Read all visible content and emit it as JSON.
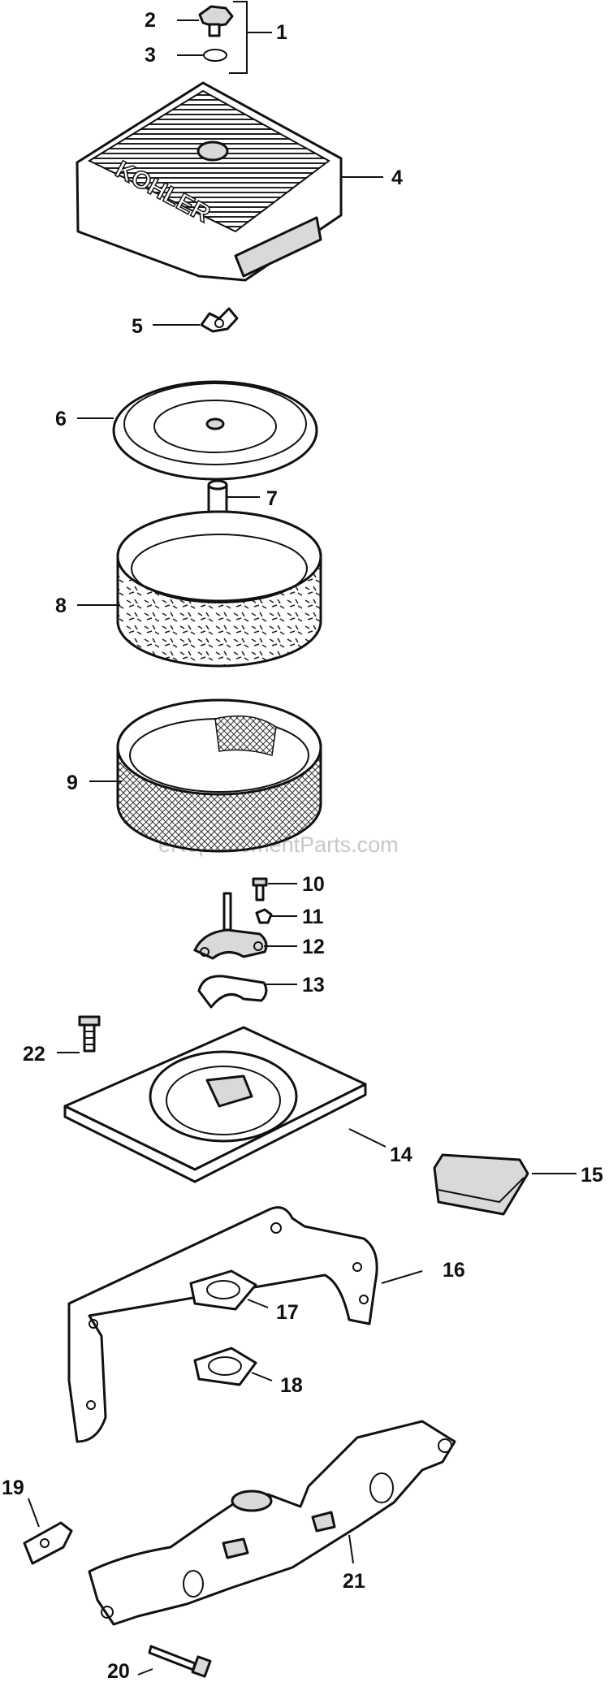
{
  "watermark": "eReplacementParts.com",
  "brand_on_cover": "KOHLER",
  "callouts": [
    {
      "id": "1",
      "text": "1"
    },
    {
      "id": "2",
      "text": "2"
    },
    {
      "id": "3",
      "text": "3"
    },
    {
      "id": "4",
      "text": "4"
    },
    {
      "id": "5",
      "text": "5"
    },
    {
      "id": "6",
      "text": "6"
    },
    {
      "id": "7",
      "text": "7"
    },
    {
      "id": "8",
      "text": "8"
    },
    {
      "id": "9",
      "text": "9"
    },
    {
      "id": "10",
      "text": "10"
    },
    {
      "id": "11",
      "text": "11"
    },
    {
      "id": "12",
      "text": "12"
    },
    {
      "id": "13",
      "text": "13"
    },
    {
      "id": "14",
      "text": "14"
    },
    {
      "id": "15",
      "text": "15"
    },
    {
      "id": "16",
      "text": "16"
    },
    {
      "id": "17",
      "text": "17"
    },
    {
      "id": "18",
      "text": "18"
    },
    {
      "id": "19",
      "text": "19"
    },
    {
      "id": "20",
      "text": "20"
    },
    {
      "id": "21",
      "text": "21"
    },
    {
      "id": "22",
      "text": "22"
    }
  ]
}
